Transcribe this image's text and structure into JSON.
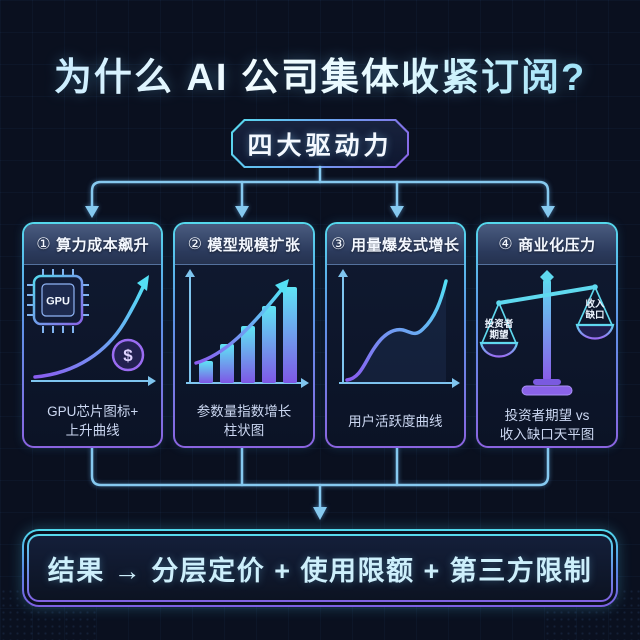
{
  "page": {
    "title": "为什么 AI 公司集体收紧订阅?"
  },
  "badge": {
    "label": "四大驱动力"
  },
  "cards": [
    {
      "number": "①",
      "title": "算力成本飙升",
      "icon": "gpu-chip-rising-curve-icon",
      "gpu_label": "GPU",
      "dollar_symbol": "$",
      "caption_line1": "GPU芯片图标+",
      "caption_line2": "上升曲线"
    },
    {
      "number": "②",
      "title": "模型规模扩张",
      "icon": "bar-chart-growth-icon",
      "caption_line1": "参数量指数增长",
      "caption_line2": "柱状图"
    },
    {
      "number": "③",
      "title": "用量爆发式增长",
      "icon": "growth-curve-icon",
      "caption_line1": "用户活跃度曲线"
    },
    {
      "number": "④",
      "title": "商业化压力",
      "icon": "balance-scale-icon",
      "scale_left_line1": "投资者",
      "scale_left_line2": "期望",
      "scale_right_line1": "收入",
      "scale_right_line2": "缺口",
      "caption_line1": "投资者期望 vs",
      "caption_line2": "收入缺口天平图"
    }
  ],
  "result": {
    "label": "结果 → 分层定价 + 使用限额 + 第三方限制"
  },
  "colors": {
    "background": "#0a101f",
    "accent_cyan": "#55d8ec",
    "accent_purple": "#8a63e0",
    "arrow_blue": "#86c9ef",
    "caption_text": "#ccd8f2",
    "title_text_light": "#f2fcff"
  }
}
